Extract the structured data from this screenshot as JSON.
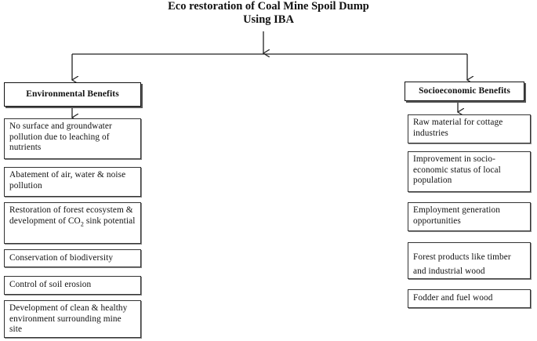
{
  "title": {
    "line1": "Eco restoration of Coal Mine Spoil Dump",
    "line2": "Using IBA"
  },
  "left": {
    "header": "Environmental Benefits",
    "items": [
      "No surface and groundwater pollution due to leaching of nutrients",
      "Abatement of air, water & noise pollution",
      "Restoration of forest ecosystem & development of",
      "Conservation of biodiversity",
      "Control of soil erosion",
      "Development of clean & healthy environment surrounding mine site"
    ],
    "co2": {
      "formula_main": "CO",
      "formula_sub": "2",
      "suffix": " sink potential"
    }
  },
  "right": {
    "header": "Socioeconomic Benefits",
    "items": [
      "Raw material for cottage industries",
      "Improvement in socio-economic status of local population",
      "Employment generation opportunities",
      "Forest products like timber and industrial wood",
      "Fodder and fuel wood"
    ]
  }
}
